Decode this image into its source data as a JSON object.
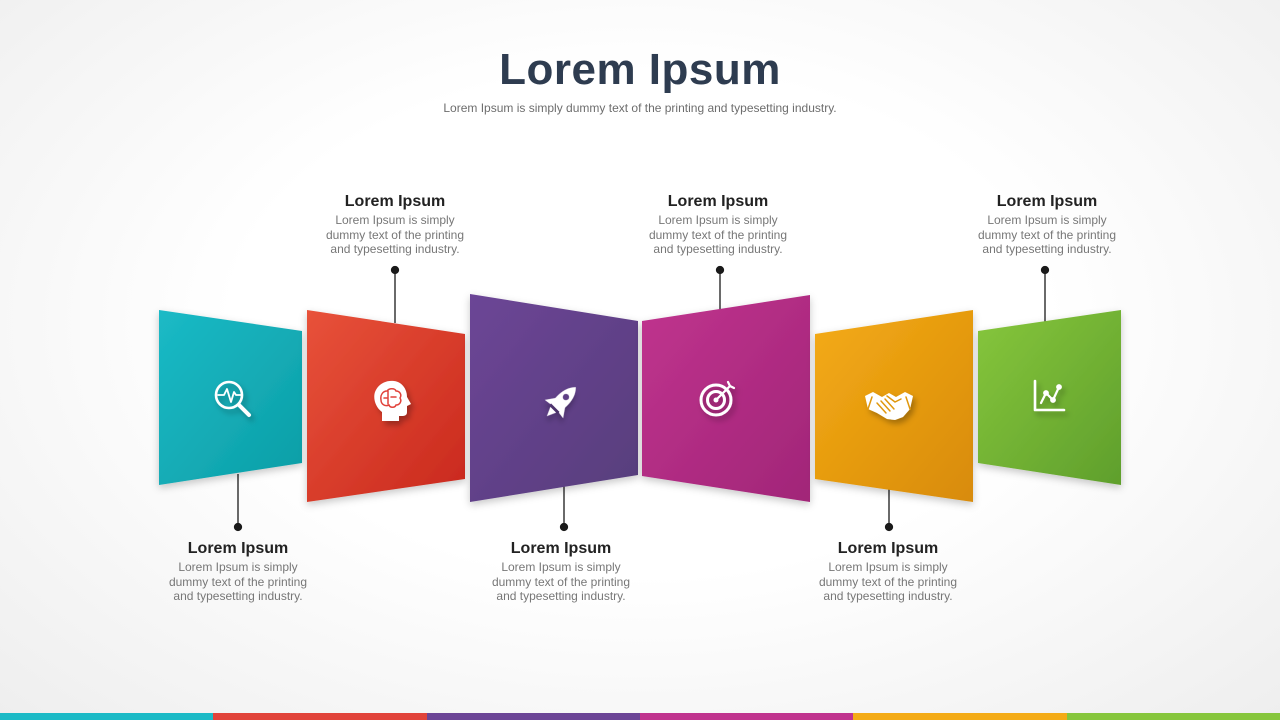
{
  "header": {
    "title": "Lorem Ipsum",
    "subtitle": "Lorem Ipsum is simply dummy text of the printing and typesetting industry."
  },
  "steps": [
    {
      "title": "Lorem Ipsum",
      "description": "Lorem Ipsum is simply dummy text of the printing and typesetting industry.",
      "icon": "magnifier-pulse-icon",
      "color_a": "#1bbac6",
      "color_b": "#0c9ea6"
    },
    {
      "title": "Lorem Ipsum",
      "description": "Lorem Ipsum is simply dummy text of the printing and typesetting industry.",
      "icon": "brain-head-icon",
      "color_a": "#e8523a",
      "color_b": "#c9281d"
    },
    {
      "title": "Lorem Ipsum",
      "description": "Lorem Ipsum is simply dummy text of the printing and typesetting industry.",
      "icon": "rocket-icon",
      "color_a": "#6c4596",
      "color_b": "#573e7c"
    },
    {
      "title": "Lorem Ipsum",
      "description": "Lorem Ipsum is simply dummy text of the printing and typesetting industry.",
      "icon": "target-icon",
      "color_a": "#c0338e",
      "color_b": "#a12678"
    },
    {
      "title": "Lorem Ipsum",
      "description": "Lorem Ipsum is simply dummy text of the printing and typesetting industry.",
      "icon": "handshake-icon",
      "color_a": "#f4ab16",
      "color_b": "#d88b09"
    },
    {
      "title": "Lorem Ipsum",
      "description": "Lorem Ipsum is simply dummy text of the printing and typesetting industry.",
      "icon": "line-chart-icon",
      "color_a": "#86c63c",
      "color_b": "#5f9f2c"
    }
  ],
  "footer_colors": [
    "#1bbac6",
    "#e1433a",
    "#6c4596",
    "#c0338e",
    "#f4ab16",
    "#86c63c"
  ]
}
